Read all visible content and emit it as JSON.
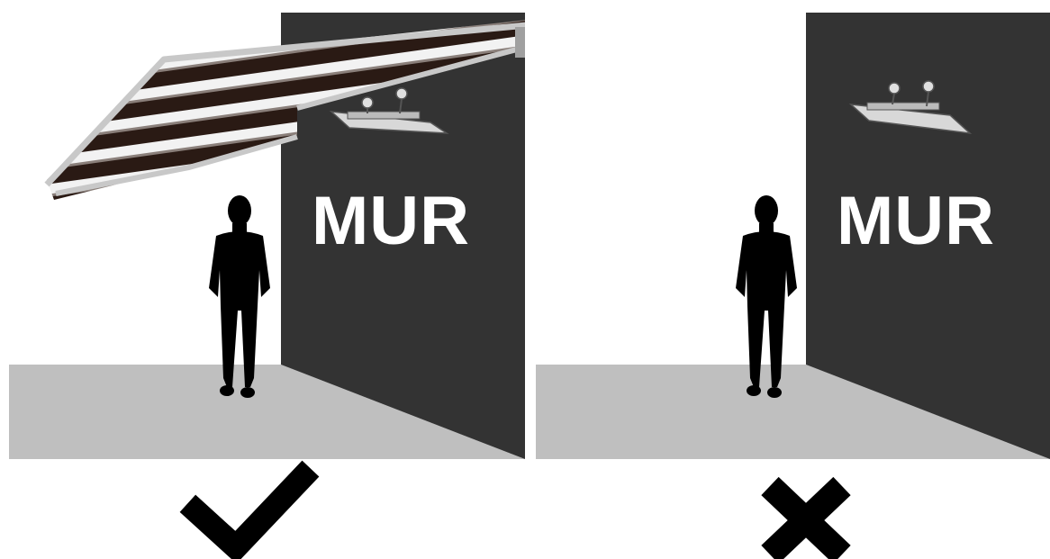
{
  "panels": [
    {
      "id": "left",
      "wall_label": "MUR",
      "has_awning": true,
      "verdict": "check-icon"
    },
    {
      "id": "right",
      "wall_label": "MUR",
      "has_awning": false,
      "verdict": "cross-icon"
    }
  ],
  "colors": {
    "wall": "#333333",
    "floor": "#bfbfbf",
    "silhouette": "#000000",
    "awning_dark": "#2a1a14",
    "awning_light": "#f2f2f2",
    "frame": "#c8c8c8",
    "background": "#ffffff"
  }
}
